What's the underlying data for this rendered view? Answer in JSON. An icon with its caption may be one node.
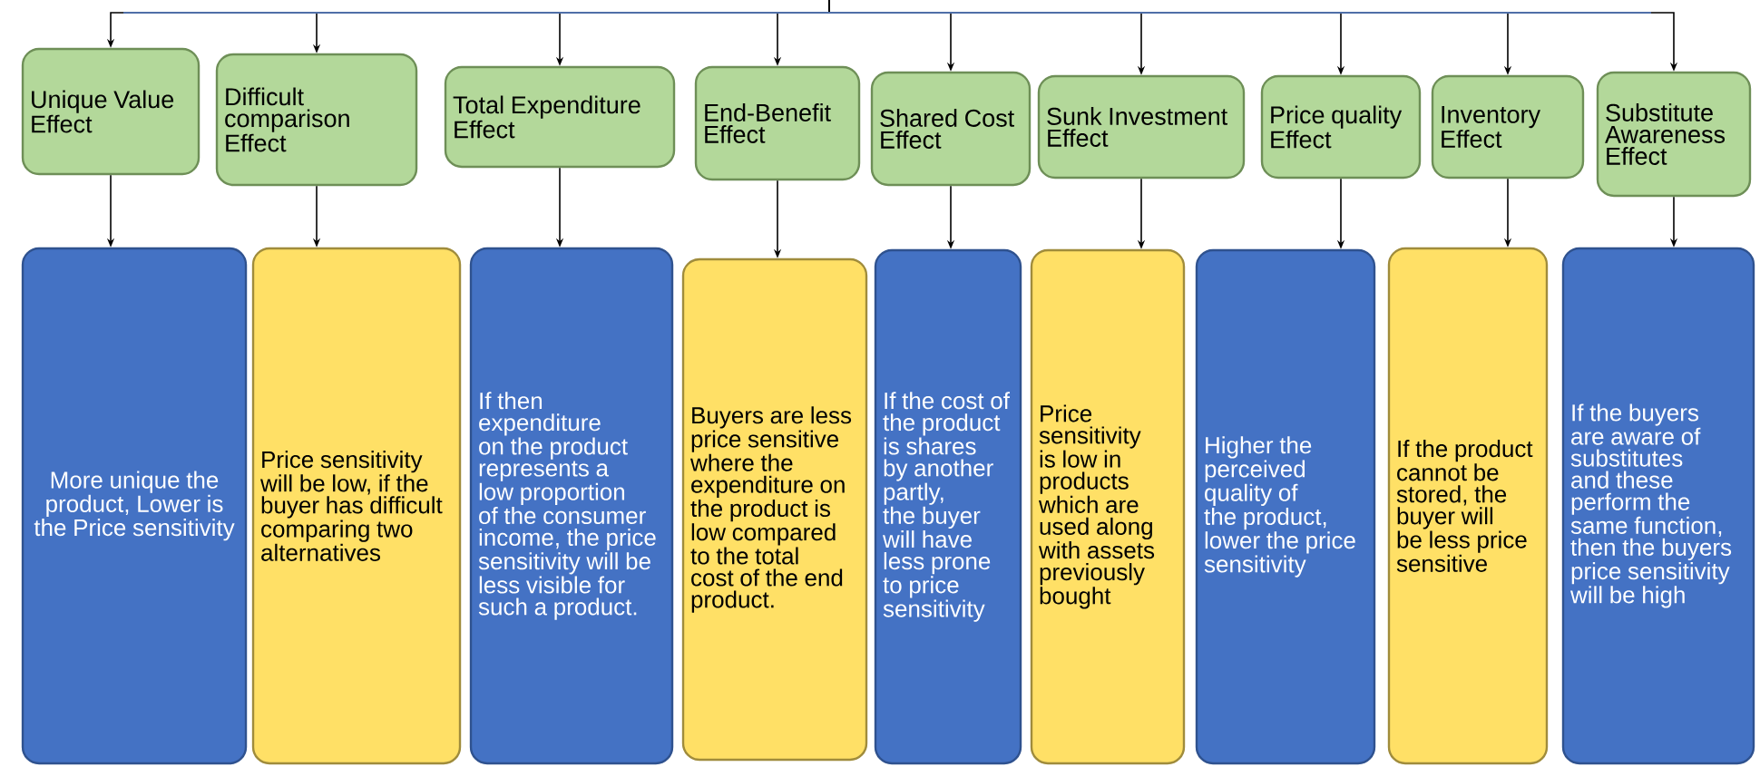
{
  "diagram": {
    "nodes": [
      {
        "text": [
          "Unique Value Effect"
        ]
      },
      {
        "text": [
          "Difficult comparison Effect"
        ]
      },
      {
        "text": [
          "Total Expenditure Effect"
        ]
      },
      {
        "text": [
          "End-Benefit Effect"
        ]
      },
      {
        "text": [
          "Shared Cost Effect"
        ]
      },
      {
        "text": [
          "Sunk Investment Effect"
        ]
      },
      {
        "text": [
          "Price quality Effect"
        ]
      },
      {
        "text": [
          "Inventory Effect"
        ]
      },
      {
        "text": [
          "Substitute Awareness Effect"
        ]
      },
      {
        "text": [
          "More unique the product, Lower is the Price sensitivity"
        ]
      },
      {
        "text": [
          "Price sensitivity will be low, if the buyer has difficult comparing two alternatives"
        ]
      },
      {
        "text": [
          "If then expenditure on the product represents a low proportion of the consumer income, the price sensitivity will be less visible for such a product."
        ]
      },
      {
        "text": [
          "Buyers are less price sensitive where the expenditure on the product is low compared to the total cost of the end product."
        ]
      },
      {
        "text": [
          "If the cost of the product is shares by another partly, the buyer will have less prone to price sensitivity"
        ]
      },
      {
        "text": [
          "Price sensitivity is low in products which are used along with assets previously bought"
        ]
      },
      {
        "text": [
          "Higher the perceived quality of the product, lower the price sensitivity"
        ]
      },
      {
        "text": [
          "If the product cannot be stored, the buyer will be less price sensitive"
        ]
      },
      {
        "text": [
          "If the buyers are aware of substitutes and these perform the same function, then the buyers price sensitivity will be high"
        ]
      }
    ],
    "edges": [
      {
        "from": null,
        "to": 0,
        "arrow": "to"
      },
      {
        "from": null,
        "to": 1,
        "arrow": "to"
      },
      {
        "from": null,
        "to": 2,
        "arrow": "to"
      },
      {
        "from": null,
        "to": 3,
        "arrow": "to"
      },
      {
        "from": null,
        "to": 4,
        "arrow": "to"
      },
      {
        "from": null,
        "to": 5,
        "arrow": "to"
      },
      {
        "from": null,
        "to": 6,
        "arrow": "to"
      },
      {
        "from": null,
        "to": 7,
        "arrow": "to"
      },
      {
        "from": null,
        "to": 8,
        "arrow": "to"
      },
      {
        "from": 0,
        "to": 9,
        "arrow": "to"
      },
      {
        "from": 1,
        "to": 10,
        "arrow": "to"
      },
      {
        "from": 2,
        "to": 11,
        "arrow": "to"
      },
      {
        "from": 3,
        "to": 12,
        "arrow": "to"
      },
      {
        "from": 4,
        "to": 13,
        "arrow": "to"
      },
      {
        "from": 5,
        "to": 14,
        "arrow": "to"
      },
      {
        "from": 6,
        "to": 15,
        "arrow": "to"
      },
      {
        "from": 7,
        "to": 16,
        "arrow": "to"
      },
      {
        "from": 8,
        "to": 17,
        "arrow": "to"
      }
    ]
  }
}
